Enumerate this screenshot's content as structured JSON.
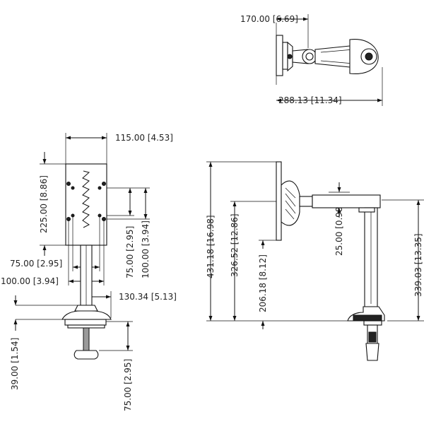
{
  "dimensions": {
    "top_depth": "170.00 [6.69]",
    "top_width": "288.13 [11.34]",
    "plate_width": "115.00 [4.53]",
    "plate_height": "225.00 [8.86]",
    "vesa_75_h": "75.00 [2.95]",
    "vesa_100_h": "100.00 [3.94]",
    "vesa_75_v": "75.00 [2.95]",
    "vesa_100_v": "100.00 [3.94]",
    "clamp_width": "130.34 [5.13]",
    "clamp_thickness": "39.00 [1.54]",
    "clamp_screw": "75.00 [2.95]",
    "side_total_height": "431.18 [16.98]",
    "side_center_height": "326.52 [12.86]",
    "side_bottom_height": "206.18 [8.12]",
    "arm_thickness": "25.00 [0.98]",
    "post_height": "339.03 [13.35]"
  }
}
